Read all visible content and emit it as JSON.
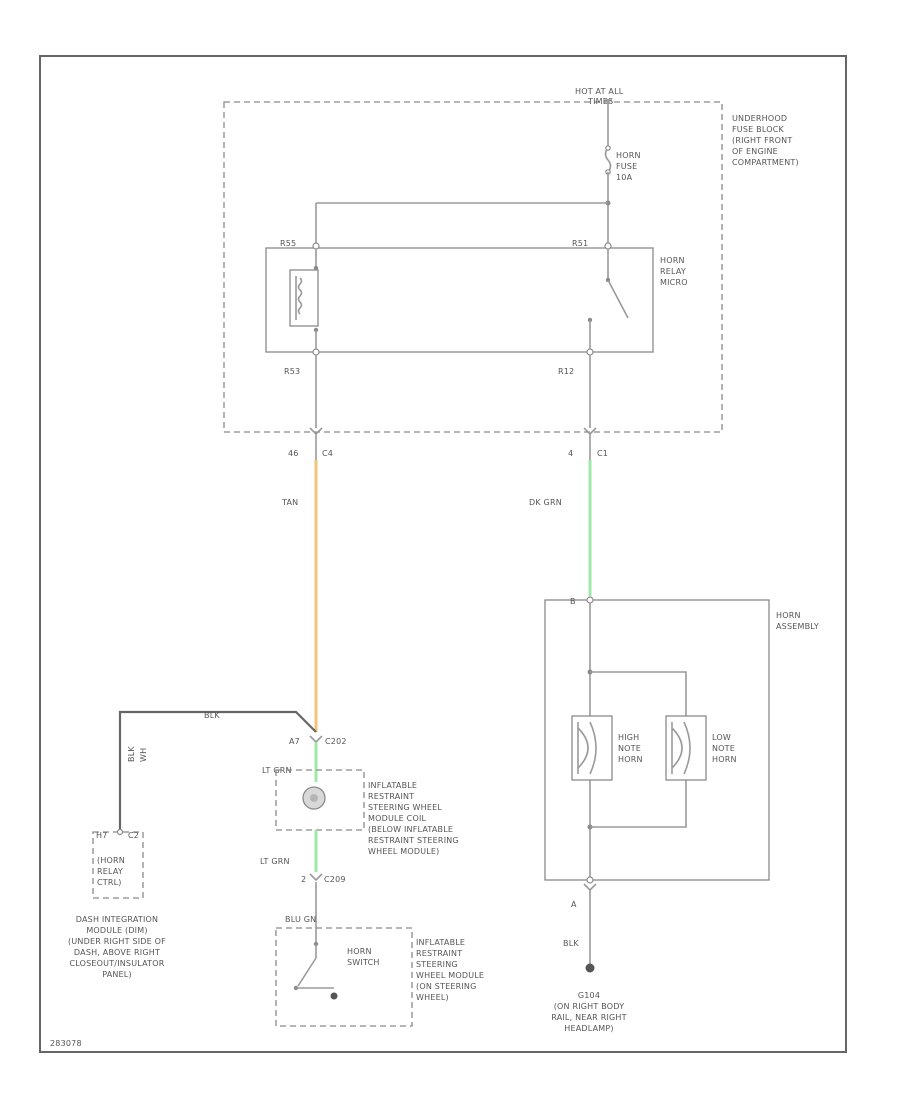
{
  "fuse_block": {
    "power_label": [
      "HOT AT ALL",
      "TIMES"
    ],
    "title_lines": [
      "UNDERHOOD",
      "FUSE BLOCK",
      "(RIGHT FRONT",
      "OF ENGINE",
      "COMPARTMENT)"
    ],
    "fuse_lines": [
      "HORN",
      "FUSE",
      "10A"
    ],
    "relay_lines": [
      "HORN",
      "RELAY",
      "MICRO"
    ],
    "relay_pin_tl": "R55",
    "relay_pin_tr": "R51",
    "relay_pin_bl": "R53",
    "relay_pin_br": "R12"
  },
  "connectors": {
    "left": {
      "pin": "46",
      "name": "C4"
    },
    "right": {
      "pin": "4",
      "name": "C1"
    }
  },
  "wires": {
    "tan": {
      "label": "TAN",
      "color": "#f2c477"
    },
    "dk_grn": {
      "label": "DK GRN",
      "color": "#9ee8a8"
    },
    "blk_upper": {
      "label": "BLK"
    },
    "blk_lower": {
      "label": "BLK"
    },
    "lt_grn_1": {
      "label": "LT GRN",
      "color": "#9ee8a8"
    },
    "lt_grn_2": {
      "label": "LT GRN"
    },
    "blu_gn": {
      "label": "BLU GN"
    },
    "dim_wire": {
      "label_a": "BLK",
      "label_b": "WH"
    }
  },
  "connector_c202": {
    "pin": "A7",
    "name": "C202"
  },
  "connector_c209": {
    "pin": "2",
    "name": "C209"
  },
  "horn_assembly": {
    "title_lines": [
      "HORN",
      "ASSEMBLY"
    ],
    "high_note": [
      "HIGH",
      "NOTE",
      "HORN"
    ],
    "low_note": [
      "LOW",
      "NOTE",
      "HORN"
    ],
    "pin_top": "B",
    "pin_bottom": "A"
  },
  "ground": {
    "name": "G104",
    "location": [
      "(ON RIGHT BODY",
      "RAIL, NEAR RIGHT",
      "HEADLAMP)"
    ]
  },
  "coil": {
    "lines": [
      "INFLATABLE",
      "RESTRAINT",
      "STEERING WHEEL",
      "MODULE COIL",
      "(BELOW INFLATABLE",
      "RESTRAINT STEERING",
      "WHEEL MODULE)"
    ]
  },
  "horn_switch": {
    "name_lines": [
      "HORN",
      "SWITCH"
    ],
    "module_lines": [
      "INFLATABLE",
      "RESTRAINT",
      "STEERING",
      "WHEEL MODULE",
      "(ON STEERING",
      "WHEEL)"
    ]
  },
  "dim": {
    "pin_left": "H7",
    "pin_right": "C2",
    "box_lines": [
      "(HORN",
      "RELAY",
      "CTRL)"
    ],
    "module_lines": [
      "DASH INTEGRATION",
      "MODULE (DIM)",
      "(UNDER RIGHT SIDE OF",
      "DASH, ABOVE RIGHT",
      "CLOSEOUT/INSULATOR",
      "PANEL)"
    ]
  },
  "figure_id": "283078"
}
